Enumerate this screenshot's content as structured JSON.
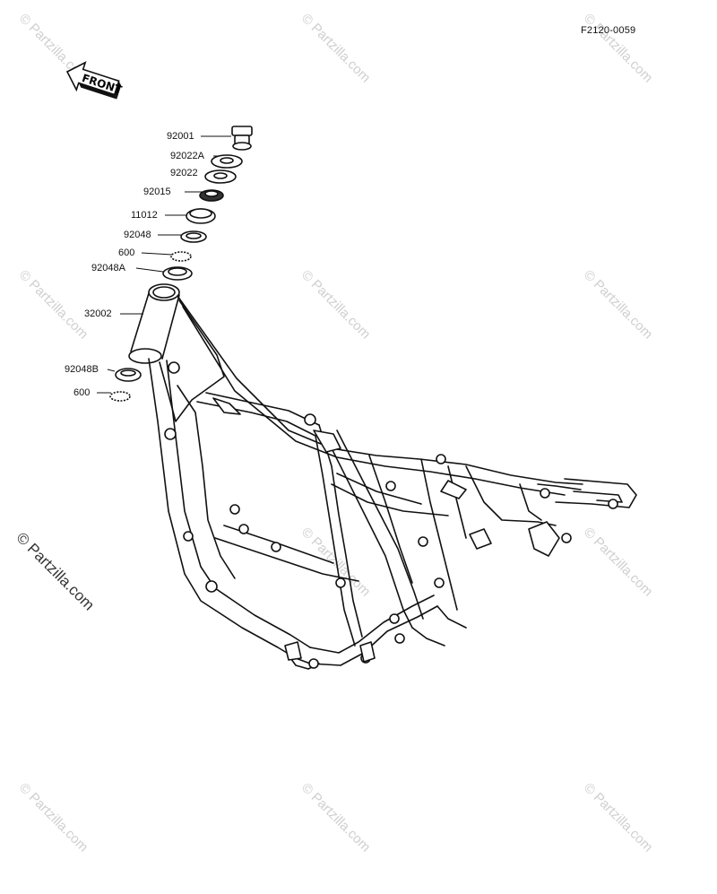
{
  "figure_id": "F2120-0059",
  "watermark": "© Partzilla.com",
  "watermark_main": "© Partzilla.com",
  "front_arrow_label": "FRONT",
  "callouts": [
    {
      "part": "92001"
    },
    {
      "part": "92022A"
    },
    {
      "part": "92022"
    },
    {
      "part": "92015"
    },
    {
      "part": "11012"
    },
    {
      "part": "92048"
    },
    {
      "part": "600"
    },
    {
      "part": "92048A"
    },
    {
      "part": "32002"
    },
    {
      "part": "92048B"
    },
    {
      "part": "600"
    }
  ]
}
